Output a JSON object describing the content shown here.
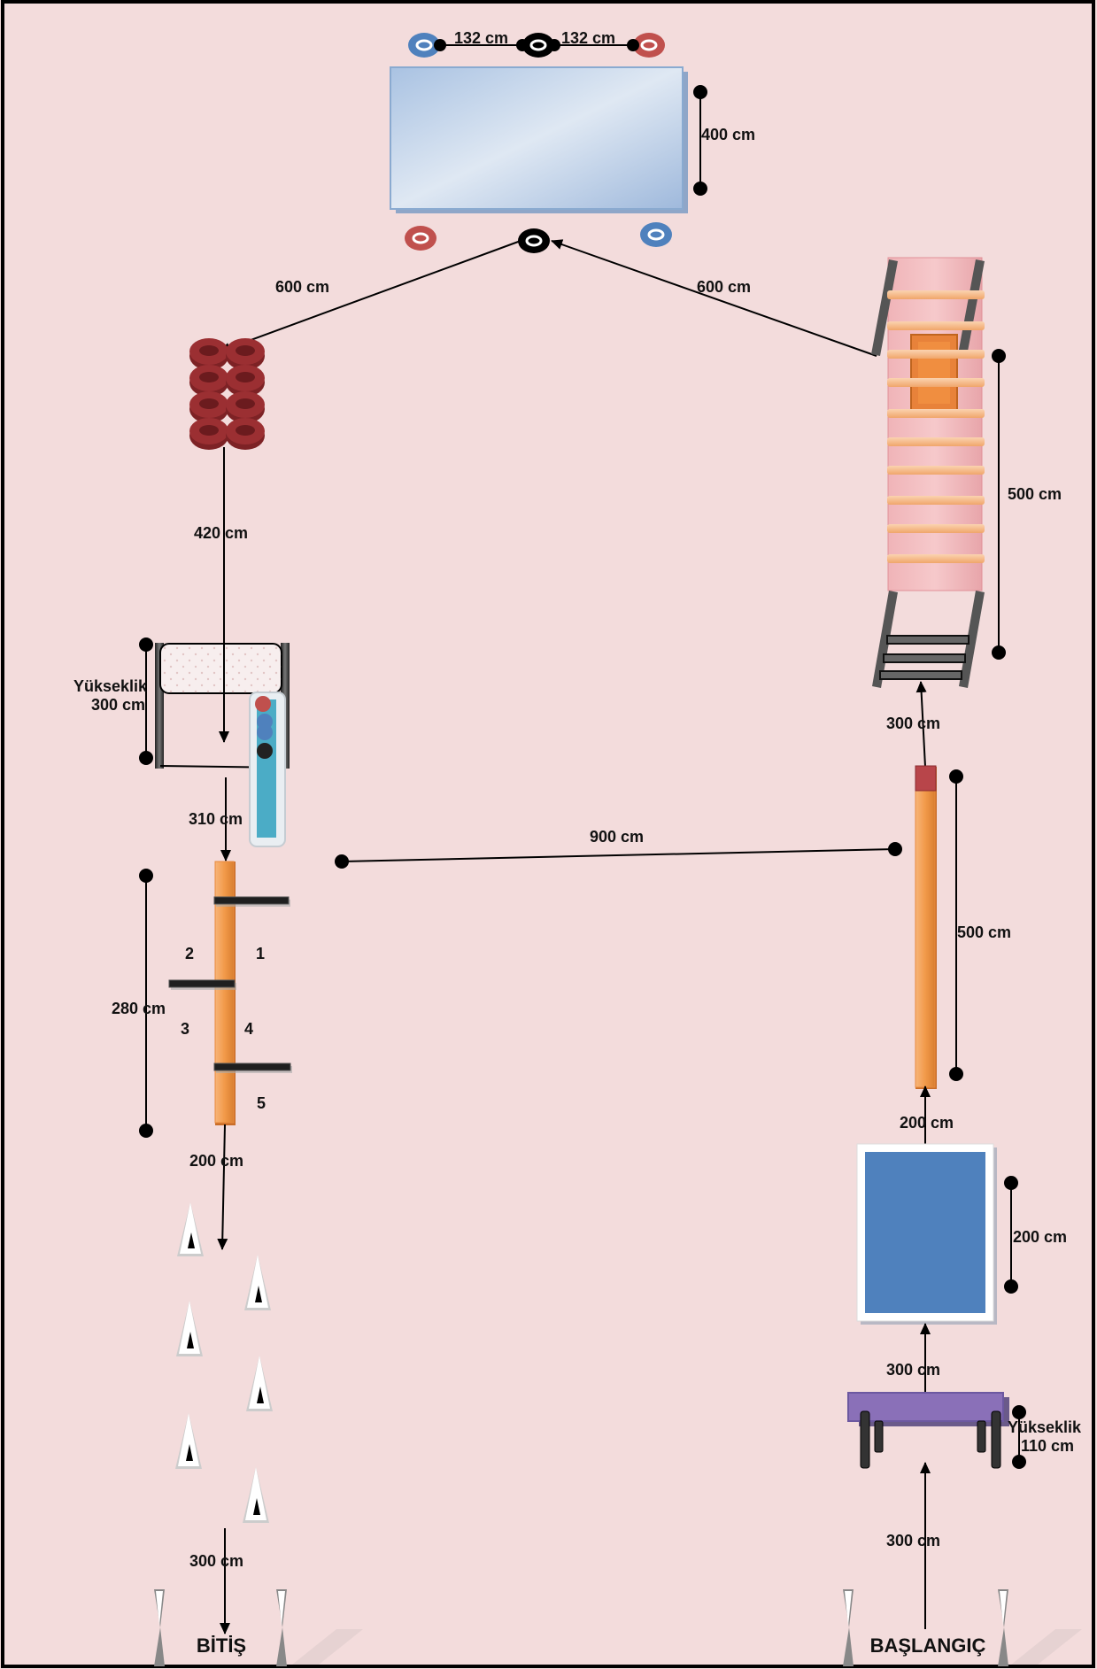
{
  "dimensions": {
    "mat_gap_left": "132 cm",
    "mat_gap_right": "132 cm",
    "mat_height": "400 cm",
    "to_tires": "600 cm",
    "from_ladder": "600 cm",
    "tires_to_hurdle": "420 cm",
    "hurdle_height_label": "Yükseklik",
    "hurdle_height_value": "300 cm",
    "hurdle_to_beam": "310 cm",
    "cross_distance": "900 cm",
    "beam_left_length": "280 cm",
    "beam_to_cones": "200 cm",
    "cones_to_finish": "300 cm",
    "ladder_length": "500 cm",
    "ladder_gap": "300 cm",
    "beam_right_length": "500 cm",
    "mat_to_beam": "200 cm",
    "blue_mat_size": "200 cm",
    "bench_to_mat": "300  cm",
    "bench_height_label": "Yükseklik",
    "bench_height_value": "110 cm",
    "start_to_bench": "300 cm"
  },
  "beam_steps": [
    "1",
    "2",
    "3",
    "4",
    "5"
  ],
  "finish_label": "BİTİŞ",
  "start_label": "BAŞLANGIÇ",
  "colors": {
    "background": "#f3dcdc",
    "tire": "#9b2f32",
    "beam": "#f29a4a",
    "blue_mat": "#4f81bd",
    "bench": "#8a70b8",
    "marker_blue": "#4f81bd",
    "marker_red": "#c0504d"
  }
}
